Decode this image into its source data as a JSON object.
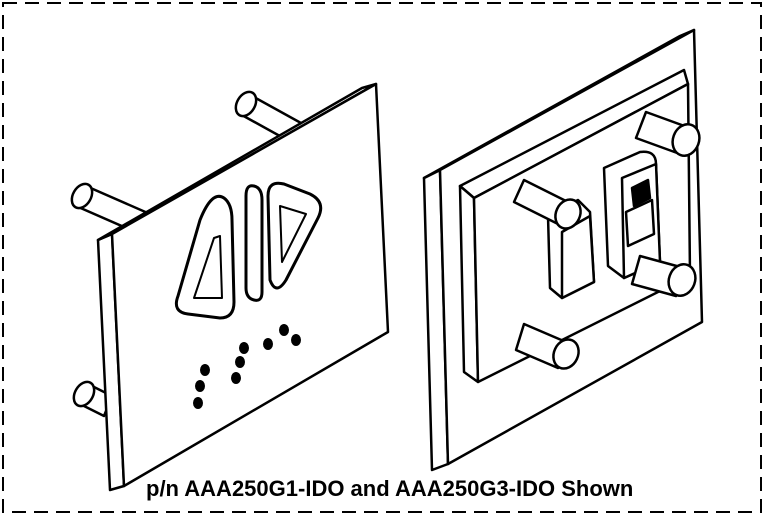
{
  "figure": {
    "caption": "p/n AAA250G1-IDO and AAA250G3-IDO Shown",
    "ink_color": "#000000",
    "paper_color": "#ffffff",
    "border_style": "dashed",
    "panels": [
      {
        "name": "front-plate",
        "features": [
          "triangle-up-symbol",
          "triangle-down-symbol",
          "braille-dots",
          "mounting-studs"
        ]
      },
      {
        "name": "back-plate",
        "features": [
          "raised-block",
          "switch-housing",
          "mounting-studs"
        ]
      }
    ]
  }
}
